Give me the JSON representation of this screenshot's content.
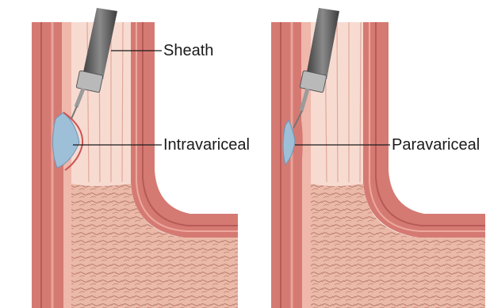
{
  "labels": {
    "sheath": "Sheath",
    "intravariceal": "Intravariceal",
    "paravariceal": "Paravariceal"
  },
  "colors": {
    "wall_outer": "#cf6e6e",
    "wall_mid": "#e39a92",
    "mucosa": "#f2c3b6",
    "lumen": "#f6dcd3",
    "stomach": "#e8b7a6",
    "varix": "#8fb3cf",
    "scope": "#6c6c6c"
  }
}
